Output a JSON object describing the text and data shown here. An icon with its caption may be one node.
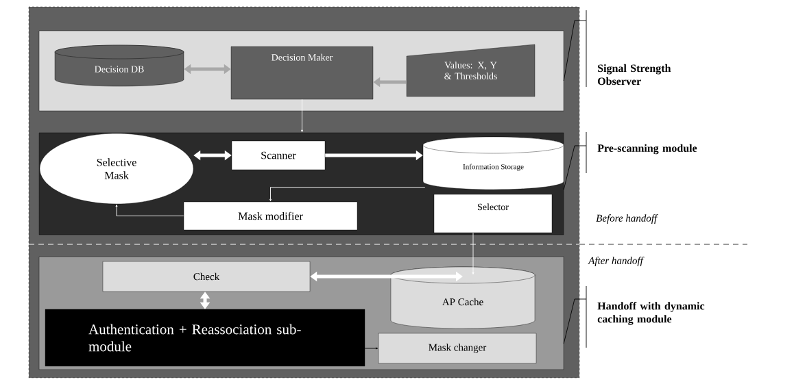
{
  "diagram": {
    "nodes": [
      {
        "text": [],
        "shape": "box"
      },
      {
        "text": [
          "Decision DB"
        ],
        "in": 0
      },
      {
        "text": [
          "Decision Maker"
        ],
        "in": 0
      },
      {
        "text": [
          "Values: X, Y & Thresholds"
        ],
        "in": 0
      },
      {
        "text": [],
        "shape": "box"
      },
      {
        "text": [
          "Selective Mask"
        ],
        "in": 4
      },
      {
        "text": [
          "Scanner"
        ],
        "in": 4
      },
      {
        "text": [
          "Information Storage"
        ],
        "in": 4
      },
      {
        "text": [
          "Mask modifier"
        ],
        "in": 4
      },
      {
        "text": [
          "Selector"
        ],
        "in": 4
      },
      {
        "text": [],
        "shape": "box"
      },
      {
        "text": [
          "Check"
        ],
        "in": 10
      },
      {
        "text": [
          "AP Cache"
        ],
        "in": 10
      },
      {
        "text": [
          "Authentication + Reassociation sub-module"
        ],
        "in": 10
      },
      {
        "text": [
          "Mask changer"
        ],
        "in": 10
      },
      {
        "text": [
          "Signal Strength Observer"
        ]
      },
      {
        "text": [
          "Pre-scanning module"
        ]
      },
      {
        "text": [
          "Handoff with dynamic caching module"
        ]
      }
    ],
    "edges": [
      {
        "from": 1,
        "to": 2,
        "arrow": "both",
        "style": "thick",
        "color": "#a8a8a8"
      },
      {
        "from": 3,
        "to": 2,
        "arrow": "to",
        "style": "thick",
        "color": "#a8a8a8"
      },
      {
        "from": 2,
        "to": 4,
        "arrow": "to"
      },
      {
        "from": 5,
        "to": 6,
        "arrow": "both",
        "style": "thick"
      },
      {
        "from": 6,
        "to": 7,
        "arrow": "to",
        "style": "thick"
      },
      {
        "from": 7,
        "to": 8,
        "arrow": "to"
      },
      {
        "from": 8,
        "to": 5,
        "arrow": "to"
      },
      {
        "from": 9,
        "to": 12,
        "arrow": "to"
      },
      {
        "from": 11,
        "to": 12,
        "arrow": "both",
        "style": "thick"
      },
      {
        "from": 13,
        "to": 11,
        "arrow": "both",
        "style": "thick"
      },
      {
        "from": 13,
        "to": 14,
        "arrow": "to",
        "color": "#000000"
      },
      {
        "from": 15,
        "to": 0,
        "arrow": "none",
        "color": "#000000"
      },
      {
        "from": 16,
        "to": 4,
        "arrow": "none",
        "color": "#000000"
      },
      {
        "from": 17,
        "to": 10,
        "arrow": "none",
        "color": "#000000"
      }
    ],
    "labels": [
      "Before handoff",
      "After handoff"
    ]
  }
}
